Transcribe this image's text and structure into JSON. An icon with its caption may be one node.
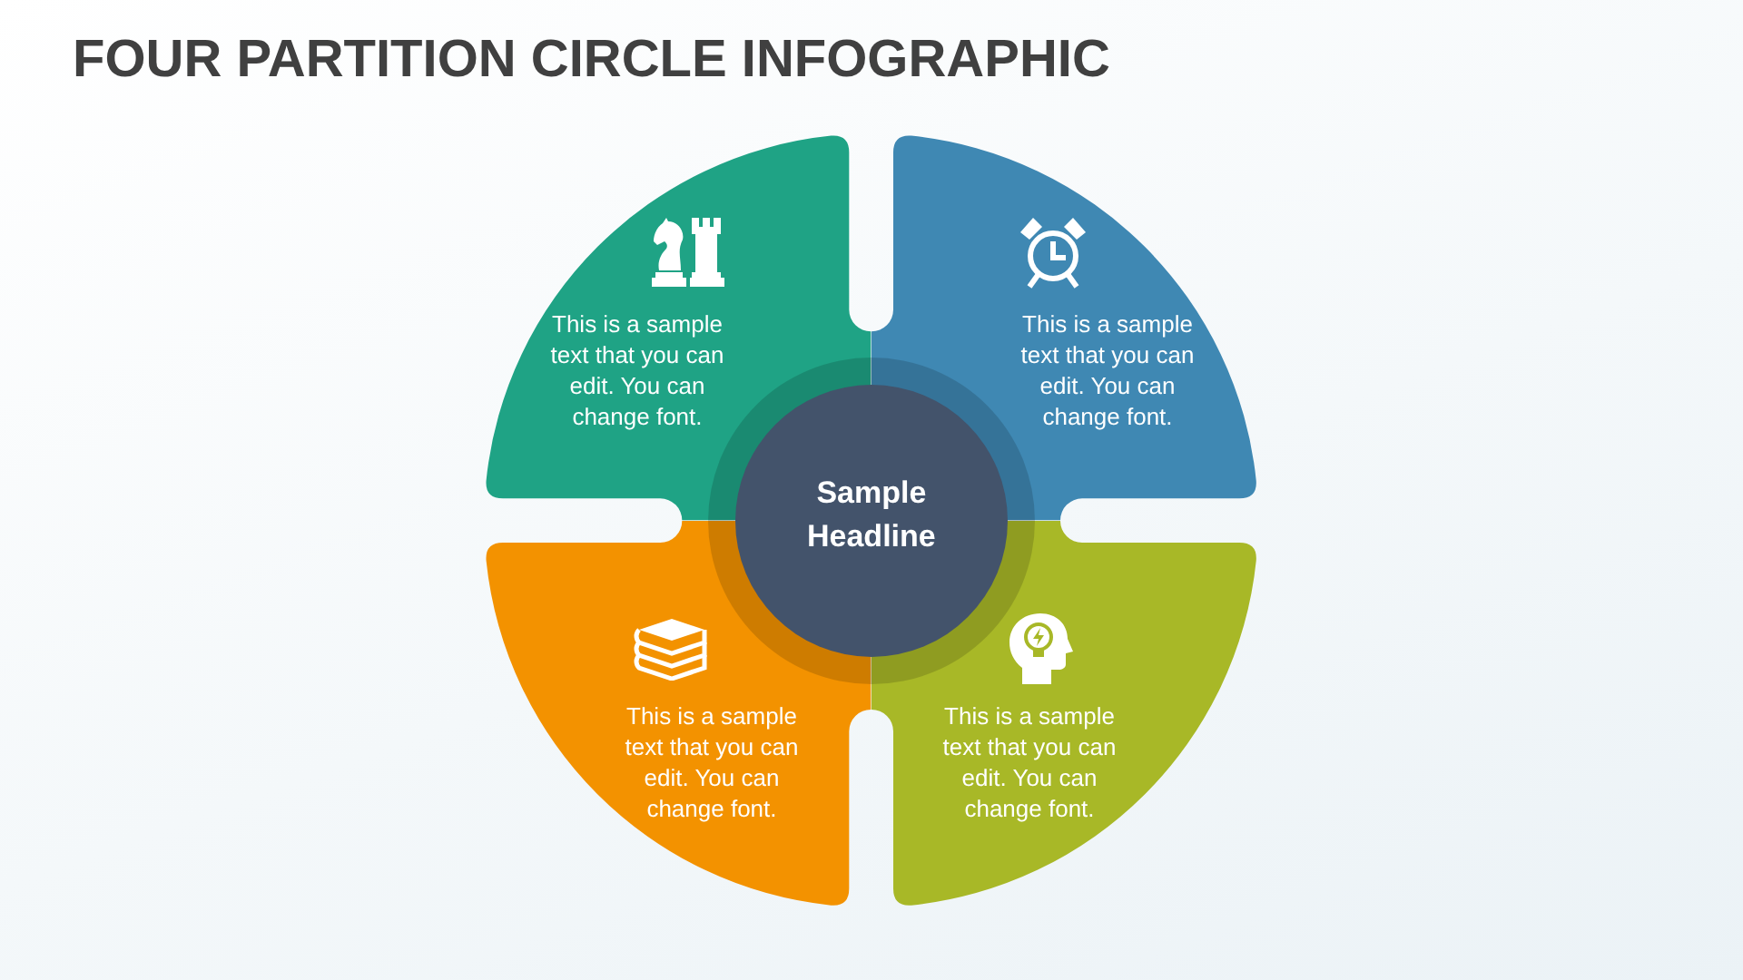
{
  "diagram": {
    "title": "FOUR PARTITION CIRCLE INFOGRAPHIC",
    "nodes": [
      {
        "text": [
          "This is a sample text that you can edit. You can change font."
        ]
      },
      {
        "text": [
          "This is a sample text that you can edit. You can change font."
        ]
      },
      {
        "text": [
          "Sample Headline"
        ]
      },
      {
        "text": [
          "This is a sample text that you can edit. You can change font."
        ]
      },
      {
        "text": [
          "This is a sample text that you can edit. You can change font."
        ]
      }
    ]
  }
}
